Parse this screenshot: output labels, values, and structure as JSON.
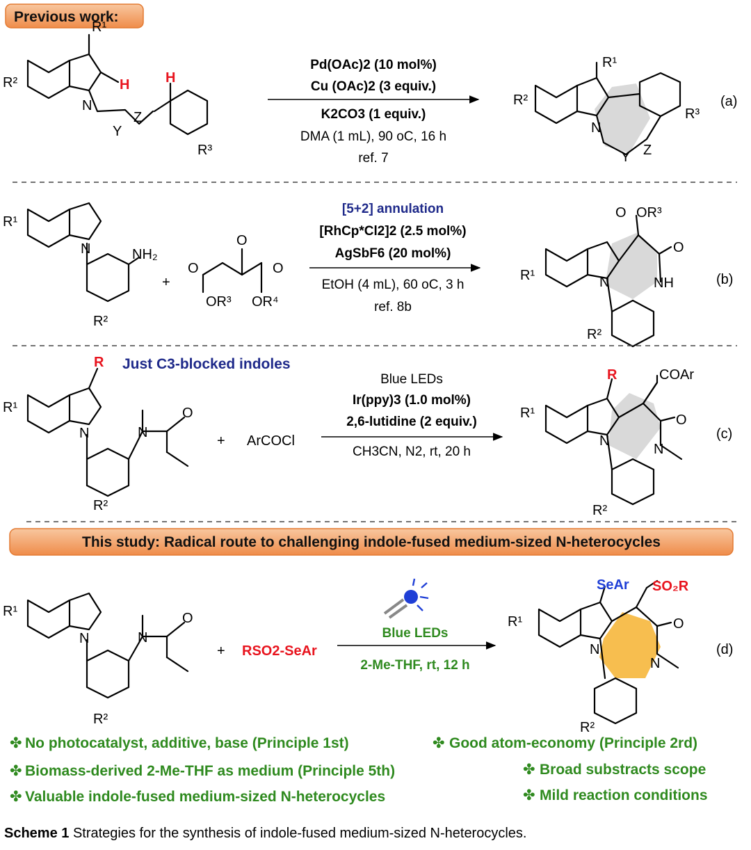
{
  "header": {
    "previous_work": "Previous work:",
    "this_study": "This study: Radical route to challenging indole-fused medium-sized N-heterocycles"
  },
  "reaction_a": {
    "label": "(a)",
    "cond_1": "Pd(OAc)2  (10 mol%)",
    "cond_2": "Cu (OAc)2 (3 equiv.)",
    "cond_3": "K2CO3 (1 equiv.)",
    "cond_4": "DMA (1 mL), 90 oC, 16 h",
    "ref": "ref. 7"
  },
  "reaction_b": {
    "label": "(b)",
    "title": "[5+2] annulation",
    "cond_1": "[RhCp*Cl2]2 (2.5 mol%)",
    "cond_2": "AgSbF6 (20 mol%)",
    "cond_3": "EtOH (4 mL), 60 oC, 3 h",
    "ref": "ref. 8b"
  },
  "reaction_c": {
    "label": "(c)",
    "note": "Just C3-blocked indoles",
    "reagent": "ArCOCl",
    "cond_1": "Blue LEDs",
    "cond_2": "Ir(ppy)3 (1.0 mol%)",
    "cond_3": "2,6-lutidine (2 equiv.)",
    "cond_4": "CH3CN, N2, rt, 20 h"
  },
  "reaction_d": {
    "label": "(d)",
    "reagent": "RSO2-SeAr",
    "cond_1": "Blue LEDs",
    "cond_2": "2-Me-THF, rt, 12 h"
  },
  "features": [
    "No photocatalyst, additive, base (Principle 1st)",
    "Good atom-economy (Principle 2rd)",
    "Biomass-derived 2-Me-THF as medium (Principle 5th)",
    "Broad substracts scope",
    "Valuable indole-fused medium-sized N-heterocycles",
    "Mild reaction conditions"
  ],
  "caption": {
    "bold": "Scheme 1",
    "text": " Strategies for the synthesis of indole-fused medium-sized N-heterocycles."
  },
  "colors": {
    "banner_fill": "#f2a165",
    "banner_border": "#e37a32",
    "highlight_red": "#e8141e",
    "navy": "#1f2a8a",
    "selenium_blue": "#1f3fd6",
    "green": "#2f8a1f",
    "ring_grey": "#d9d9d9",
    "ring_yellow": "#f7be4f"
  }
}
